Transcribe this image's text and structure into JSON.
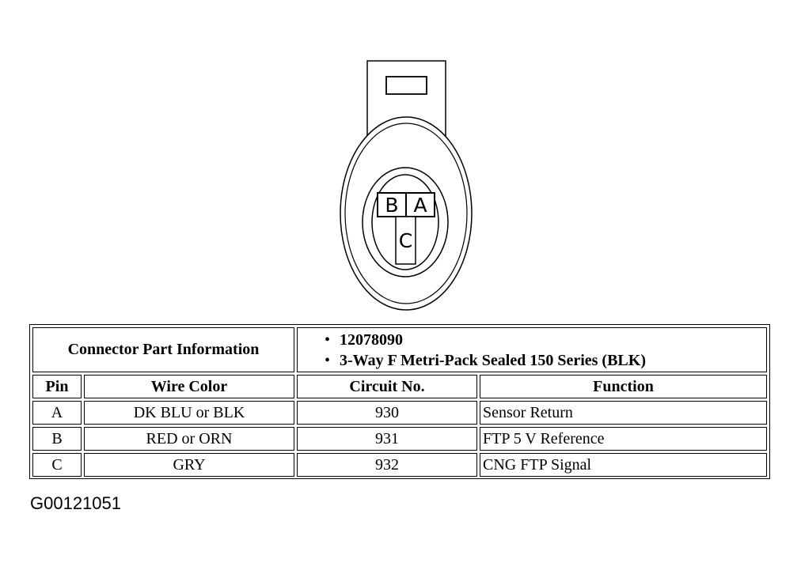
{
  "connector": {
    "pins": [
      {
        "pin": "B"
      },
      {
        "pin": "A"
      },
      {
        "pin": "C"
      }
    ]
  },
  "table": {
    "part_info_label": "Connector Part Information",
    "part_info_lines": [
      "12078090",
      "3-Way F Metri-Pack Sealed 150 Series (BLK)"
    ],
    "headers": {
      "pin": "Pin",
      "wire_color": "Wire Color",
      "circuit": "Circuit No.",
      "function": "Function"
    },
    "rows": [
      {
        "pin": "A",
        "wire_color": "DK BLU or BLK",
        "circuit": "930",
        "function": "Sensor Return"
      },
      {
        "pin": "B",
        "wire_color": "RED or ORN",
        "circuit": "931",
        "function": "FTP 5 V Reference"
      },
      {
        "pin": "C",
        "wire_color": "GRY",
        "circuit": "932",
        "function": "CNG FTP Signal"
      }
    ]
  },
  "figure_id": "G00121051"
}
